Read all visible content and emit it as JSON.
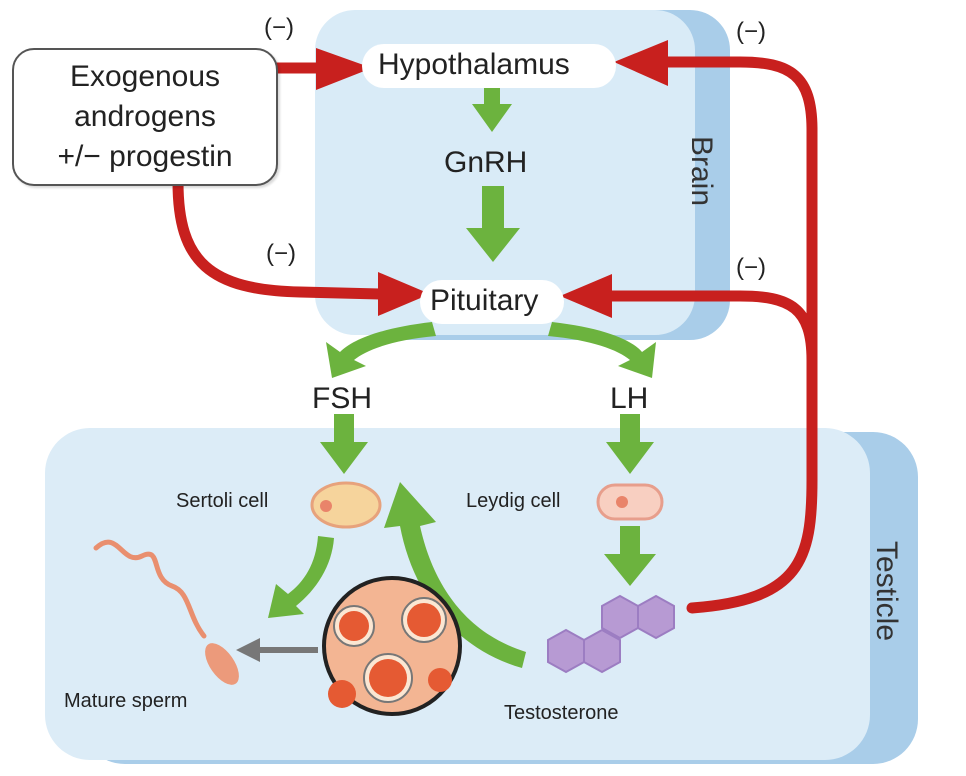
{
  "regions": {
    "brain": "Brain",
    "testicle": "Testicle"
  },
  "exogenous": {
    "line1": "Exogenous",
    "line2": "androgens",
    "line3": "+/− progestin"
  },
  "nodes": {
    "hypothalamus": "Hypothalamus",
    "gnrh": "GnRH",
    "pituitary": "Pituitary",
    "fsh": "FSH",
    "lh": "LH",
    "sertoli": "Sertoli cell",
    "leydig": "Leydig cell",
    "testosterone": "Testosterone",
    "sperm": "Mature sperm"
  },
  "feedback": {
    "exo_hypothalamus": "(−)",
    "testo_hypothalamus": "(−)",
    "exo_pituitary": "(−)",
    "testo_pituitary": "(−)"
  },
  "colors": {
    "brain_fill": "#d9ebf7",
    "brain_shadow": "#a9cde9",
    "testicle_fill": "#dcecf7",
    "testicle_shadow": "#a9cde9",
    "inhibit_arrow": "#c8201e",
    "stimulate_arrow": "#6cb33e",
    "testosterone_hex": "#b79ad3",
    "cell_fill": "#f4c9b0",
    "tubule_fill": "#e8886a",
    "sperm_color": "#e98f6f"
  }
}
